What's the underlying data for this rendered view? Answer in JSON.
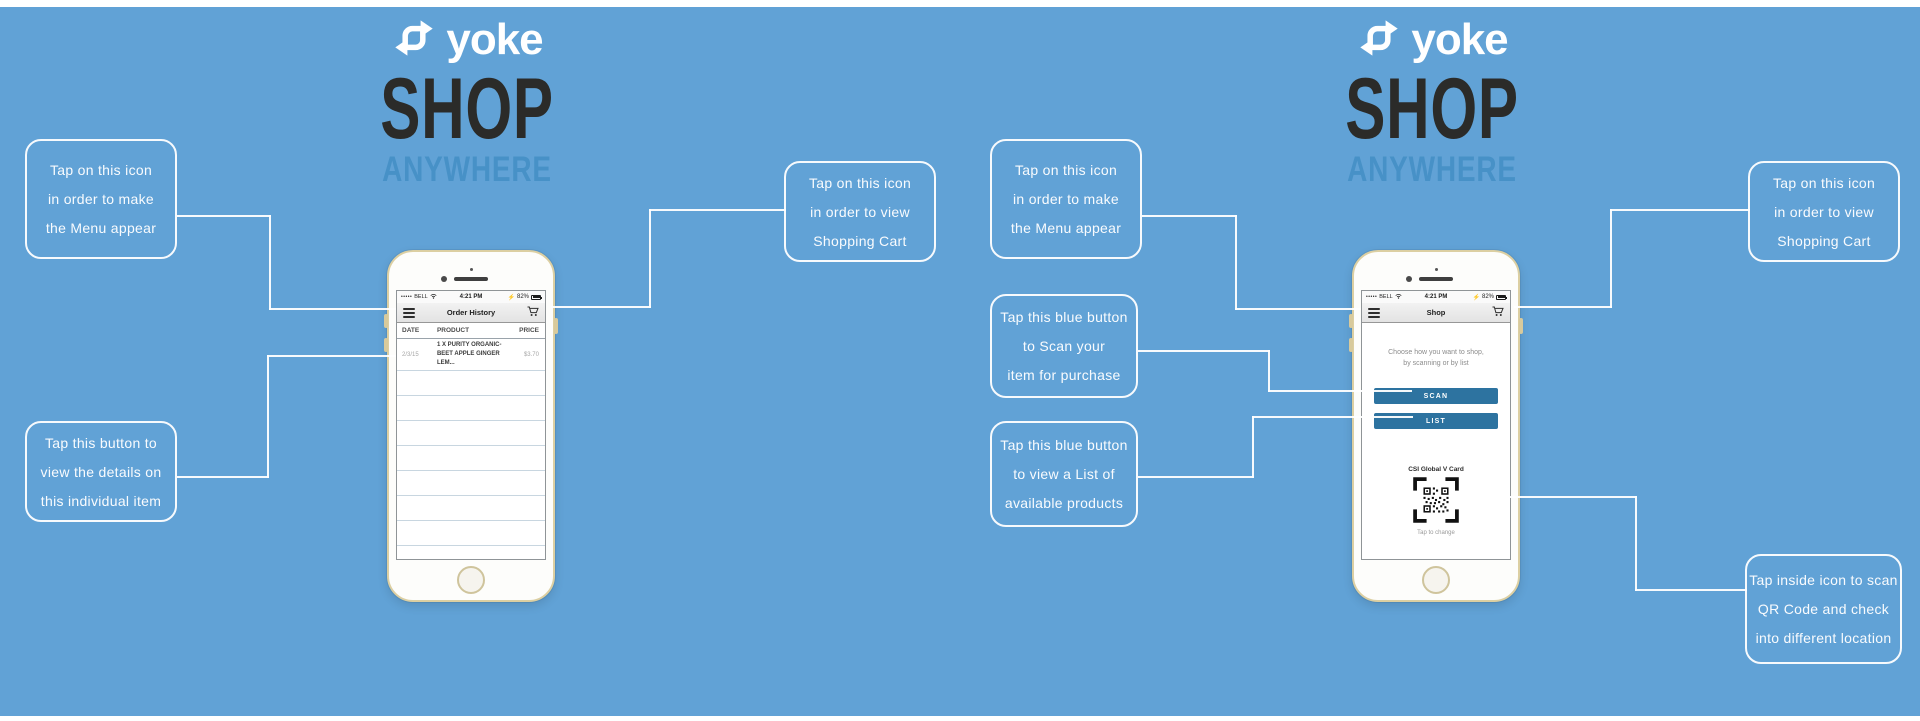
{
  "colors": {
    "background": "#61A2D6",
    "subtitle_blue": "#4791C7",
    "title_dark": "#2B2B29",
    "button_blue": "#2D73A0",
    "connector_white": "#FFFFFF"
  },
  "left": {
    "logo": {
      "brand": "yoke",
      "title": "SHOP",
      "subtitle": "ANYWHERE"
    },
    "phone": {
      "status": {
        "signal_dots": "•••••",
        "carrier": "BELL",
        "time": "4:21 PM",
        "battery_pct": "82%"
      },
      "nav": {
        "title": "Order History"
      },
      "table": {
        "headers": [
          "DATE",
          "PRODUCT",
          "PRICE"
        ],
        "row": {
          "date": "2/3/15",
          "product_line1": "1 X PURITY ORGANIC-",
          "product_line2": "BEET APPLE GINGER LEM...",
          "price": "$3.70"
        }
      }
    },
    "callouts": {
      "menu": [
        "Tap on this icon",
        "in order to make",
        "the Menu appear"
      ],
      "item": [
        "Tap this button to",
        "view the details on",
        "this individual item"
      ],
      "cart": [
        "Tap on this icon",
        "in order to view",
        "Shopping Cart"
      ]
    }
  },
  "right": {
    "logo": {
      "brand": "yoke",
      "title": "SHOP",
      "subtitle": "ANYWHERE"
    },
    "phone": {
      "status": {
        "signal_dots": "•••••",
        "carrier": "BELL",
        "time": "4:21 PM",
        "battery_pct": "82%"
      },
      "nav": {
        "title": "Shop"
      },
      "body": {
        "prompt_line1": "Choose how you want to shop,",
        "prompt_line2": "by scanning or by list",
        "scan_button": "SCAN",
        "list_button": "LIST",
        "card_label": "CSI Global V Card",
        "card_hint": "Tap to change"
      }
    },
    "callouts": {
      "menu": [
        "Tap on this icon",
        "in order to make",
        "the Menu appear"
      ],
      "scan": [
        "Tap this blue button",
        "to Scan your",
        "item for purchase"
      ],
      "list": [
        "Tap this blue button",
        "to view a List of",
        "available products"
      ],
      "cart": [
        "Tap on this icon",
        "in order to view",
        "Shopping Cart"
      ],
      "qr": [
        "Tap inside icon to scan",
        "QR Code and check",
        "into different location"
      ]
    }
  },
  "icons": {
    "brand": "cycle-arrows-icon",
    "menu": "hamburger-icon",
    "cart": "shopping-cart-icon",
    "wifi": "wifi-icon",
    "battery": "battery-icon",
    "qr": "qr-code-icon"
  }
}
